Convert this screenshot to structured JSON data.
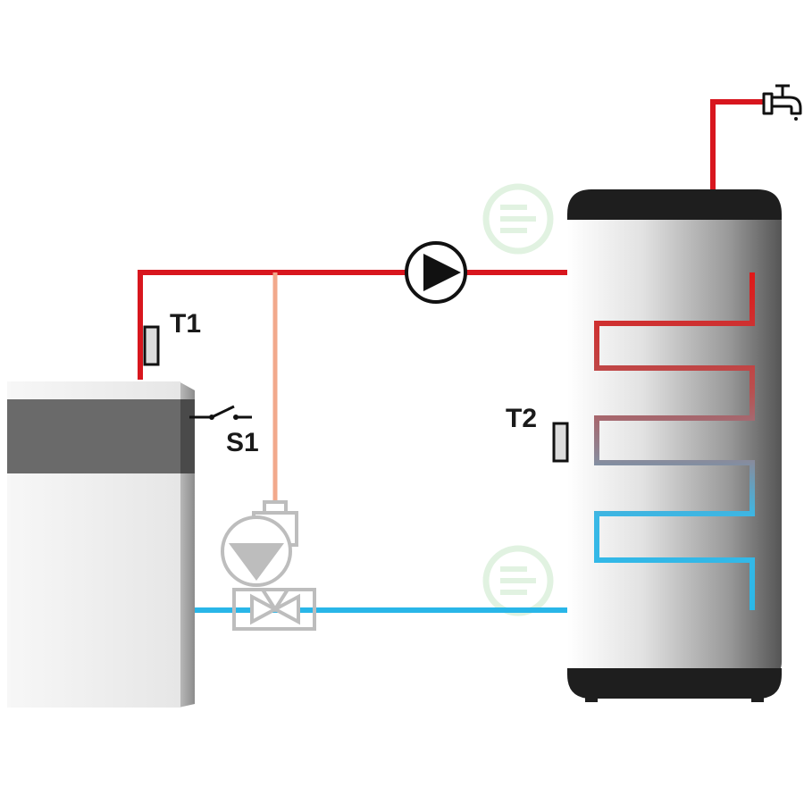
{
  "labels": {
    "sensor_boiler": "T1",
    "sensor_tank": "T2",
    "switch": "S1"
  },
  "colors": {
    "hot": "#d8161e",
    "cold": "#29b6e8",
    "bypass": "#f2a98c",
    "outline": "#111111",
    "ghost": "#bdbdbd",
    "watermark": "#c9e8c9"
  },
  "icons": {
    "pump": "circulation-pump-icon",
    "tap": "water-tap-icon",
    "mixing_pump": "pump-with-mixing-valve-icon",
    "watermark": "logo-watermark"
  }
}
